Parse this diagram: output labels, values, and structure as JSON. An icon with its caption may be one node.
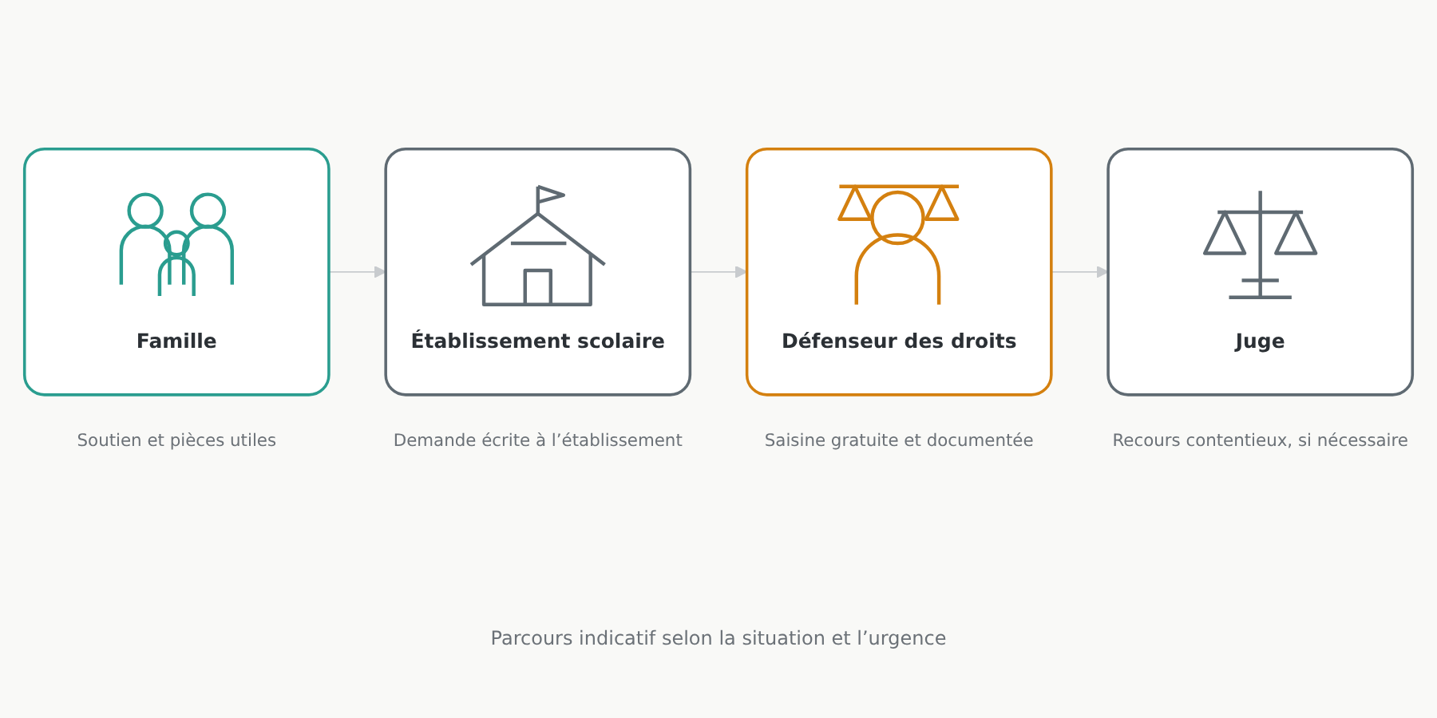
{
  "diagram": {
    "nodes": [
      {
        "text": [
          "Famille"
        ],
        "beside": [
          "Soutien et pièces utiles"
        ]
      },
      {
        "text": [
          "Établissement scolaire"
        ],
        "beside": [
          "Demande écrite à l’établissement"
        ]
      },
      {
        "text": [
          "Défenseur des droits"
        ],
        "beside": [
          "Saisine gratuite et documentée"
        ]
      },
      {
        "text": [
          "Juge"
        ],
        "beside": [
          "Recours contentieux, si nécessaire"
        ]
      }
    ],
    "edges": [
      {
        "from": 0,
        "to": 1,
        "arrow": "to"
      },
      {
        "from": 1,
        "to": 2,
        "arrow": "to"
      },
      {
        "from": 2,
        "to": 3,
        "arrow": "to"
      }
    ],
    "caption": "Parcours indicatif selon la situation et l’urgence"
  }
}
